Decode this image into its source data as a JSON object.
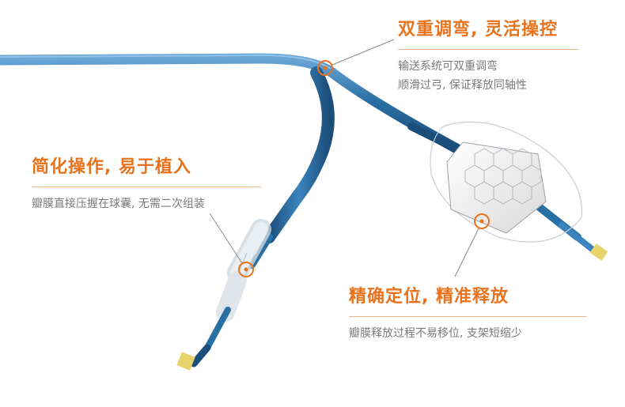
{
  "features": {
    "dual_bend": {
      "title": "双重调弯, 灵活操控",
      "lines": [
        "输送系统可双重调弯",
        "顺滑过弓, 保证释放同轴性"
      ]
    },
    "simple_operation": {
      "title": "简化操作, 易于植入",
      "lines": [
        "瓣膜直接压握在球囊, 无需二次组装"
      ]
    },
    "precise_position": {
      "title": "精确定位, 精准释放",
      "lines": [
        "瓣膜释放过程不易移位, 支架短缩少"
      ]
    }
  },
  "colors": {
    "accent": "#e8731d",
    "accent_light": "#f1b27e",
    "text_muted": "#7a7a7a",
    "catheter_blue": "#2a6fa3",
    "catheter_dark": "#1b4e7a",
    "tip_yellow": "#e6d36a"
  }
}
